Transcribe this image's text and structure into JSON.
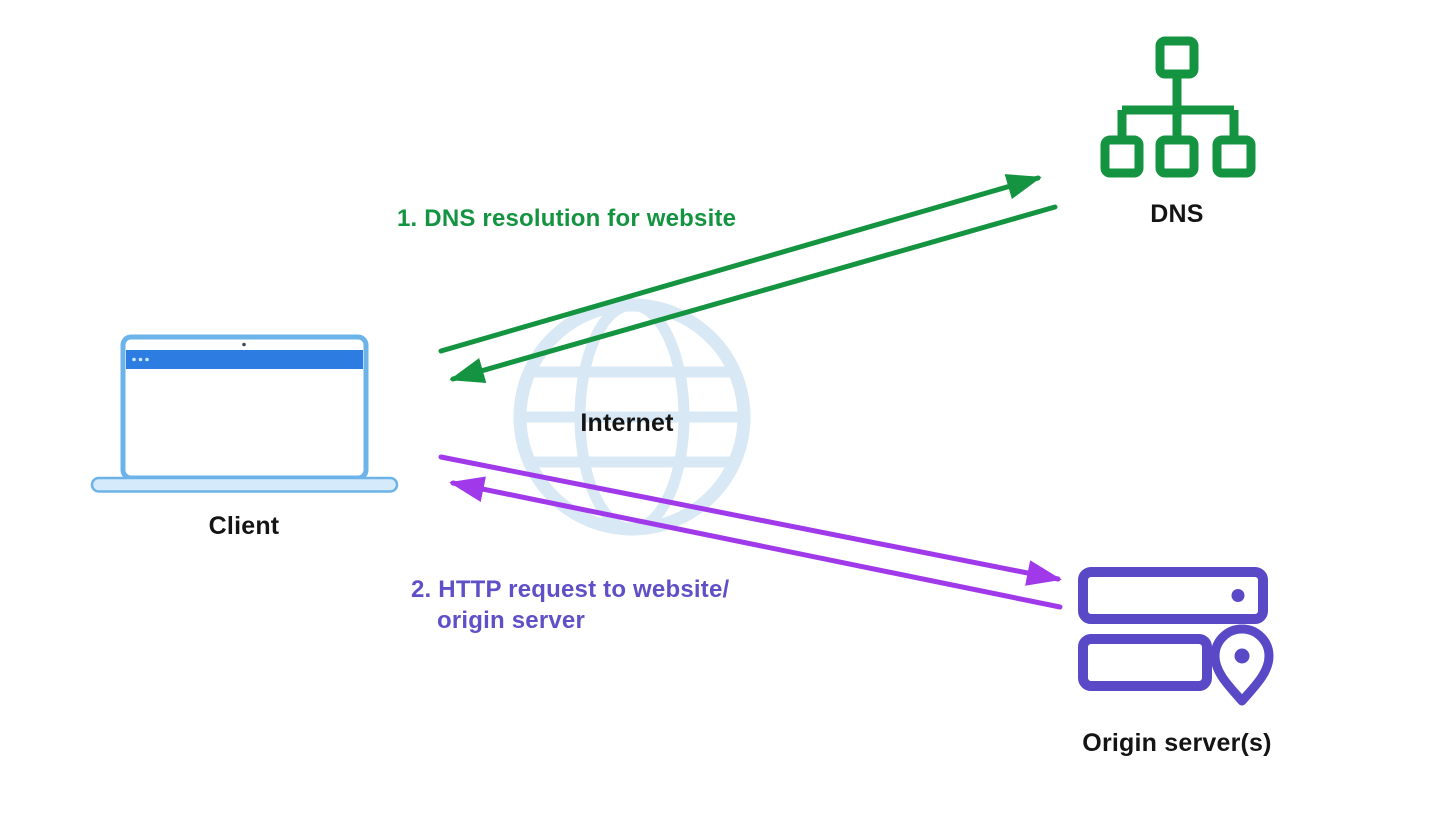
{
  "diagram": {
    "nodes": {
      "client": {
        "label": "Client",
        "icon": "laptop-icon"
      },
      "internet": {
        "label": "Internet",
        "icon": "globe-icon"
      },
      "dns": {
        "label": "DNS",
        "icon": "dns-tree-icon"
      },
      "origin": {
        "label": "Origin server(s)",
        "icon": "server-location-pin-icon"
      }
    },
    "steps": {
      "step1": {
        "label": "1. DNS resolution for website",
        "from": "Client",
        "to": "DNS",
        "bidirectional": true,
        "color_name": "green"
      },
      "step2": {
        "line1": "2. HTTP request to website/",
        "line2": "origin server",
        "from": "Client",
        "to": "Origin server(s)",
        "bidirectional": true,
        "color_name": "purple"
      }
    },
    "colors": {
      "background": "#ffffff",
      "ink": "#141414",
      "green": "#149441",
      "purple-arrow": "#a039ea",
      "purple-icon": "#5a49c6",
      "purple-text": "#6050c8",
      "laptop-outline": "#6cb3e9",
      "laptop-fill": "#d5eafb",
      "laptop-bar": "#2d7ce2",
      "laptop-dots": "#cfe6ff",
      "globe": "#d8e9f5"
    }
  }
}
